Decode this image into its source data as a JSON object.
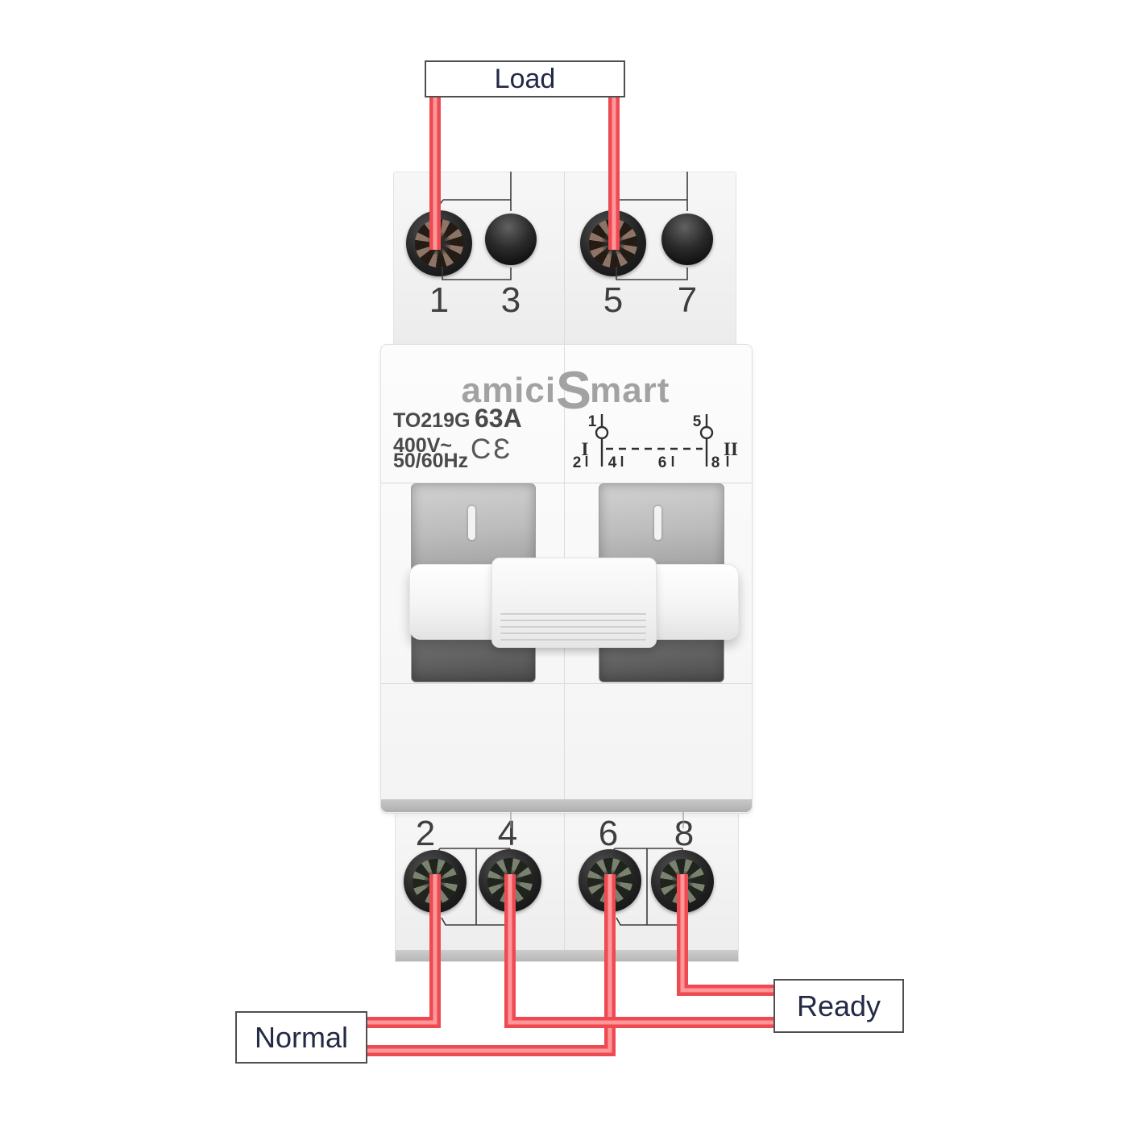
{
  "annotations": {
    "load": "Load",
    "normal": "Normal",
    "ready": "Ready"
  },
  "device": {
    "brand": {
      "pre": "amici",
      "s": "S",
      "post": "mart"
    },
    "model": "TO219G",
    "rating": "63A",
    "voltage": "400V~",
    "frequency": "50/60Hz",
    "ce_mark": "CƐ",
    "top_terminals": [
      "1",
      "3",
      "5",
      "7"
    ],
    "bottom_terminals": [
      "2",
      "4",
      "6",
      "8"
    ],
    "schematic": {
      "top_left": "1",
      "top_right": "5",
      "position_left": "I",
      "position_right": "II",
      "bottom_1": "2",
      "bottom_2": "4",
      "bottom_3": "6",
      "bottom_4": "8"
    }
  },
  "colors": {
    "wire": "#ee4a51",
    "wire_highlight": "#ff969a",
    "annotation_text": "#232a45",
    "device_text": "#4a4a4a",
    "brand_gray": "#a2a2a2"
  }
}
